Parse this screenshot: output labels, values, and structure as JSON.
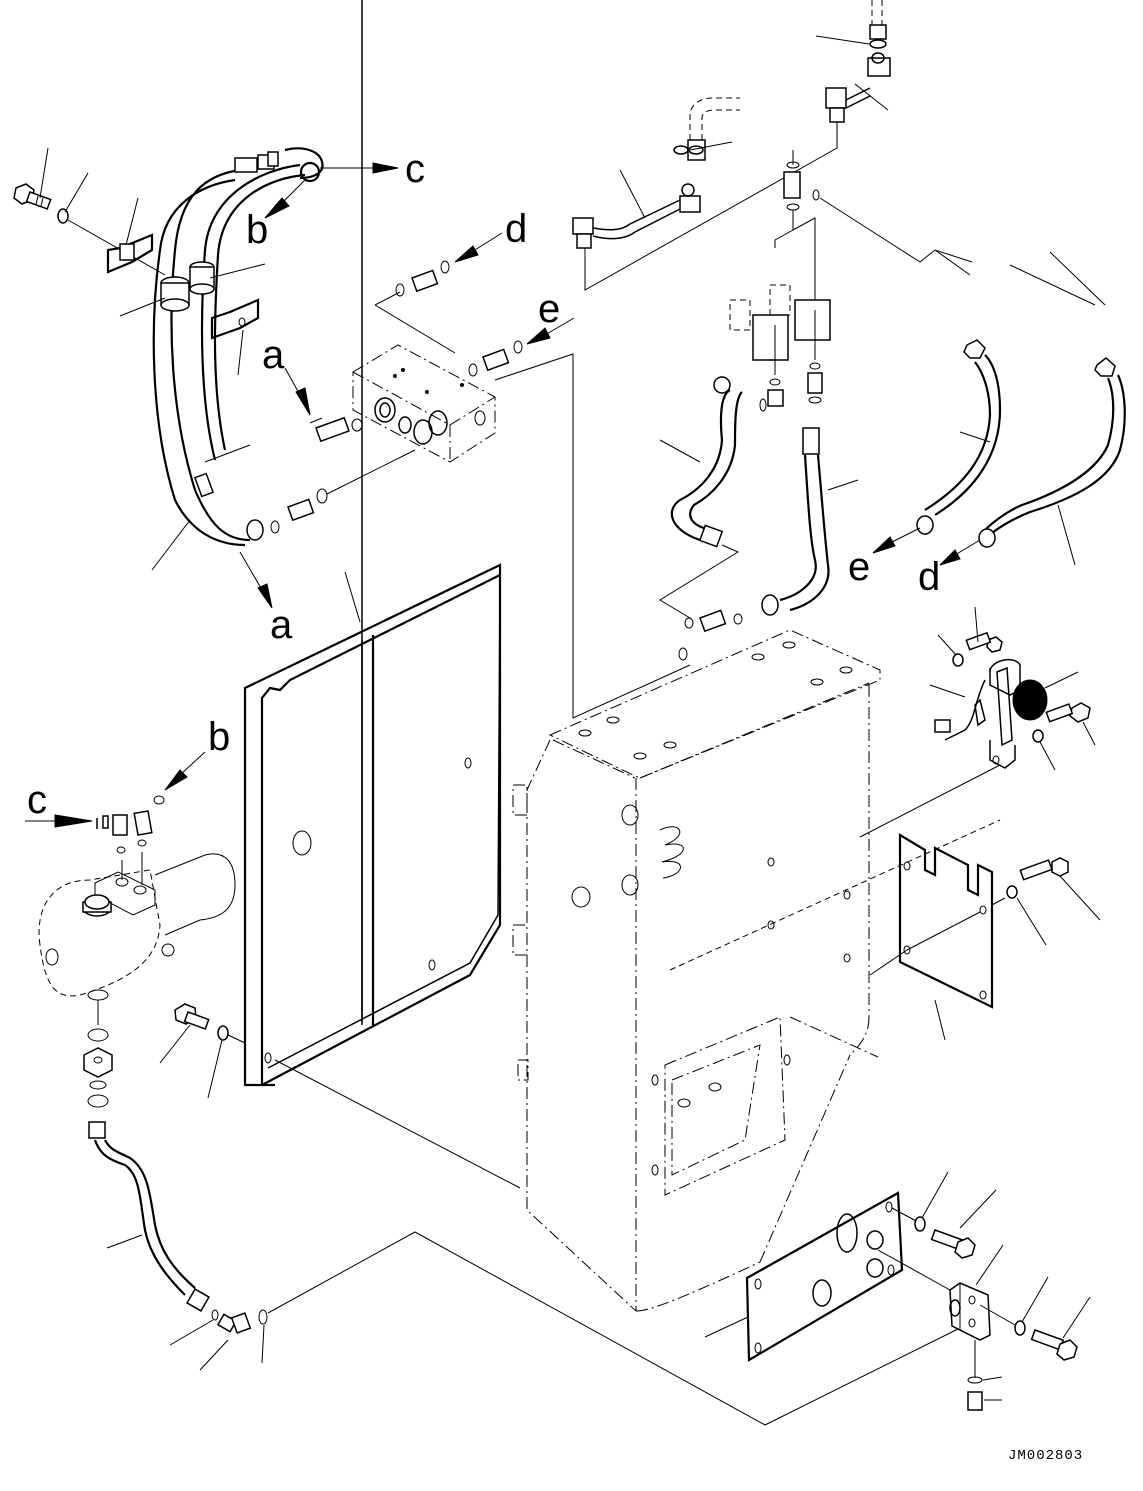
{
  "diagram": {
    "type": "exploded-parts-diagram",
    "figure_id": "JM002803",
    "connector_labels": {
      "a_top": "a",
      "a_bottom": "a",
      "b_top": "b",
      "b_pump": "b",
      "c_top": "c",
      "c_pump": "c",
      "d_valve": "d",
      "d_hose": "d",
      "e_valve": "e",
      "e_hose": "e"
    },
    "components": [
      "hose-assembly-left",
      "hose-clamp",
      "grommet",
      "mounting-bolt",
      "washer",
      "control-valve-block",
      "adapter-fitting",
      "o-ring",
      "steel-tube",
      "elbow-tube",
      "solenoid-valve-group",
      "hydraulic-hose",
      "frame-cover",
      "hydraulic-tank-body",
      "pump-motor-unit",
      "sensor-bracket",
      "cover-plate",
      "flange-plate",
      "tee-block",
      "drain-plug"
    ],
    "colors": {
      "line": "#000000",
      "background": "#ffffff"
    }
  }
}
